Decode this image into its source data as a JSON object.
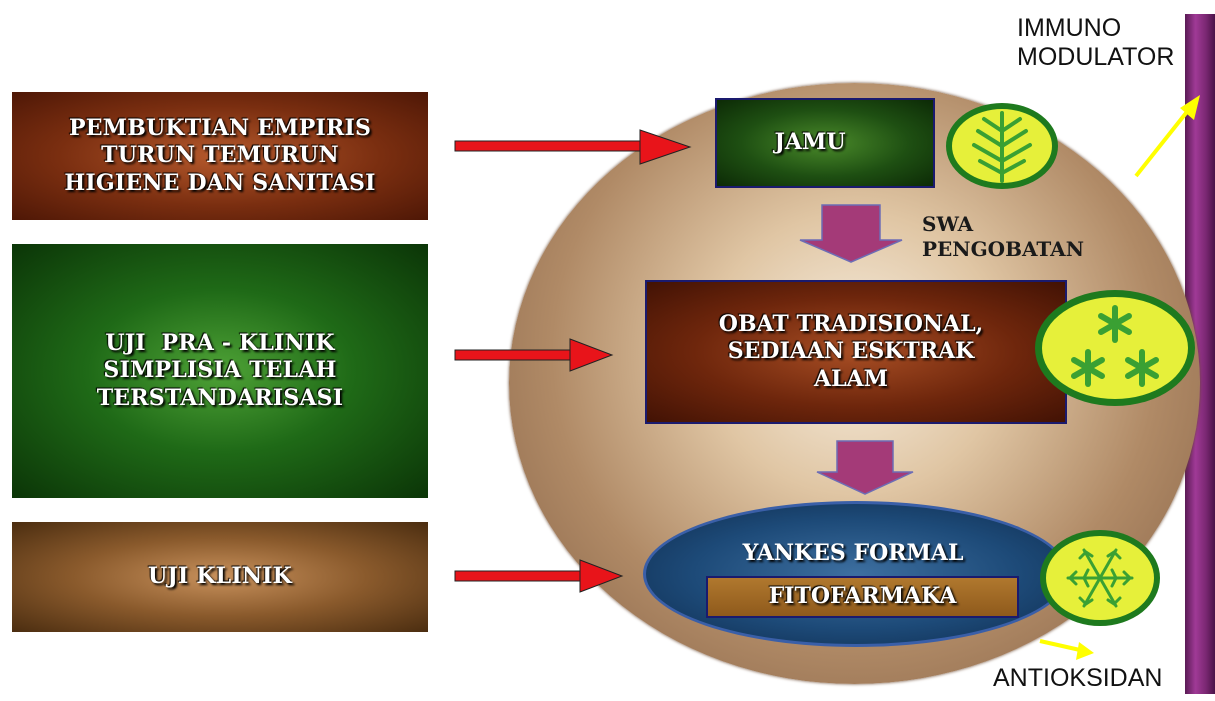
{
  "left_boxes": {
    "box1": [
      "PEMBUKTIAN EMPIRIS",
      "TURUN TEMURUN",
      "HIGIENE DAN SANITASI"
    ],
    "box2": [
      "UJI  PRA - KLINIK",
      "SIMPLISIA TELAH",
      "TERSTANDARISASI"
    ],
    "box3": [
      "UJI KLINIK"
    ]
  },
  "center": {
    "jamu": "JAMU",
    "swa": [
      "SWA",
      "PENGOBATAN"
    ],
    "obat": [
      "OBAT TRADISIONAL,",
      "SEDIAAN ESKTRAK",
      "ALAM"
    ],
    "yankes": "YANKES FORMAL",
    "fito": "FITOFARMAKA"
  },
  "right_labels": {
    "immuno": [
      "IMMUNO",
      "MODULATOR"
    ],
    "antioksidan": "ANTIOKSIDAN"
  },
  "colors": {
    "arrow_red": "#e8141a",
    "arrow_yellow": "#ffff00",
    "logo_yellow": "#e6f03a",
    "logo_green": "#3aa033"
  },
  "icons": [
    "leaf-logo-icon",
    "stars-logo-icon",
    "snowflake-logo-icon"
  ]
}
